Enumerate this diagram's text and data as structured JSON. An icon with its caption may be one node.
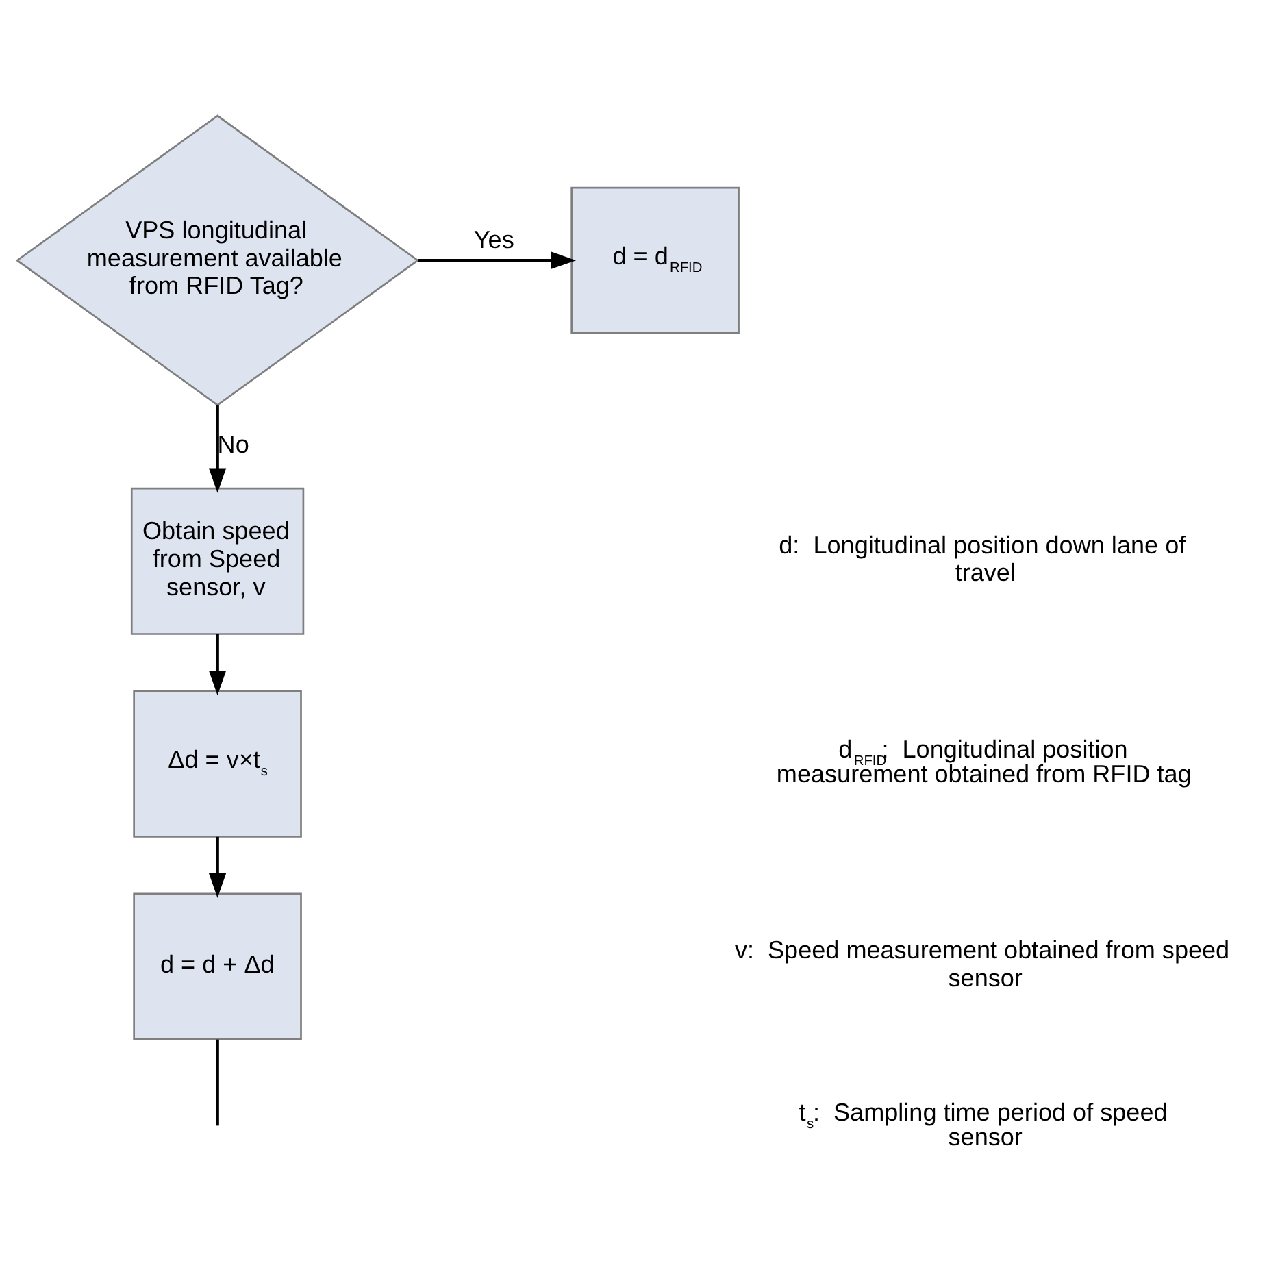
{
  "diagram": {
    "nodes": [
      {
        "text": [
          "VPS longitudinal measurement available from RFID Tag?"
        ]
      },
      {
        "text": [
          "d = d$_{RFID}$"
        ]
      },
      {
        "text": [
          "Obtain speed from Speed sensor, v"
        ]
      },
      {
        "text": [
          "Δd = v×t$_{s}$"
        ]
      },
      {
        "text": [
          "d = d + Δd"
        ]
      }
    ],
    "edges": [
      {
        "from": 0,
        "to": 1,
        "arrow": "to",
        "label": "Yes"
      },
      {
        "from": 0,
        "to": 2,
        "arrow": "to",
        "label": "No"
      },
      {
        "from": 2,
        "to": 3,
        "arrow": "to"
      },
      {
        "from": 3,
        "to": 4,
        "arrow": "to"
      },
      {
        "from": 4,
        "to": null,
        "arrow": "none"
      }
    ],
    "labels": [
      "d:  Longitudinal position down lane of travel",
      "d$_{RFID}$:  Longitudinal position measurement obtained from RFID tag",
      "v:  Speed measurement obtained from speed sensor",
      "t$_{s}$:  Sampling time period of speed sensor"
    ]
  }
}
